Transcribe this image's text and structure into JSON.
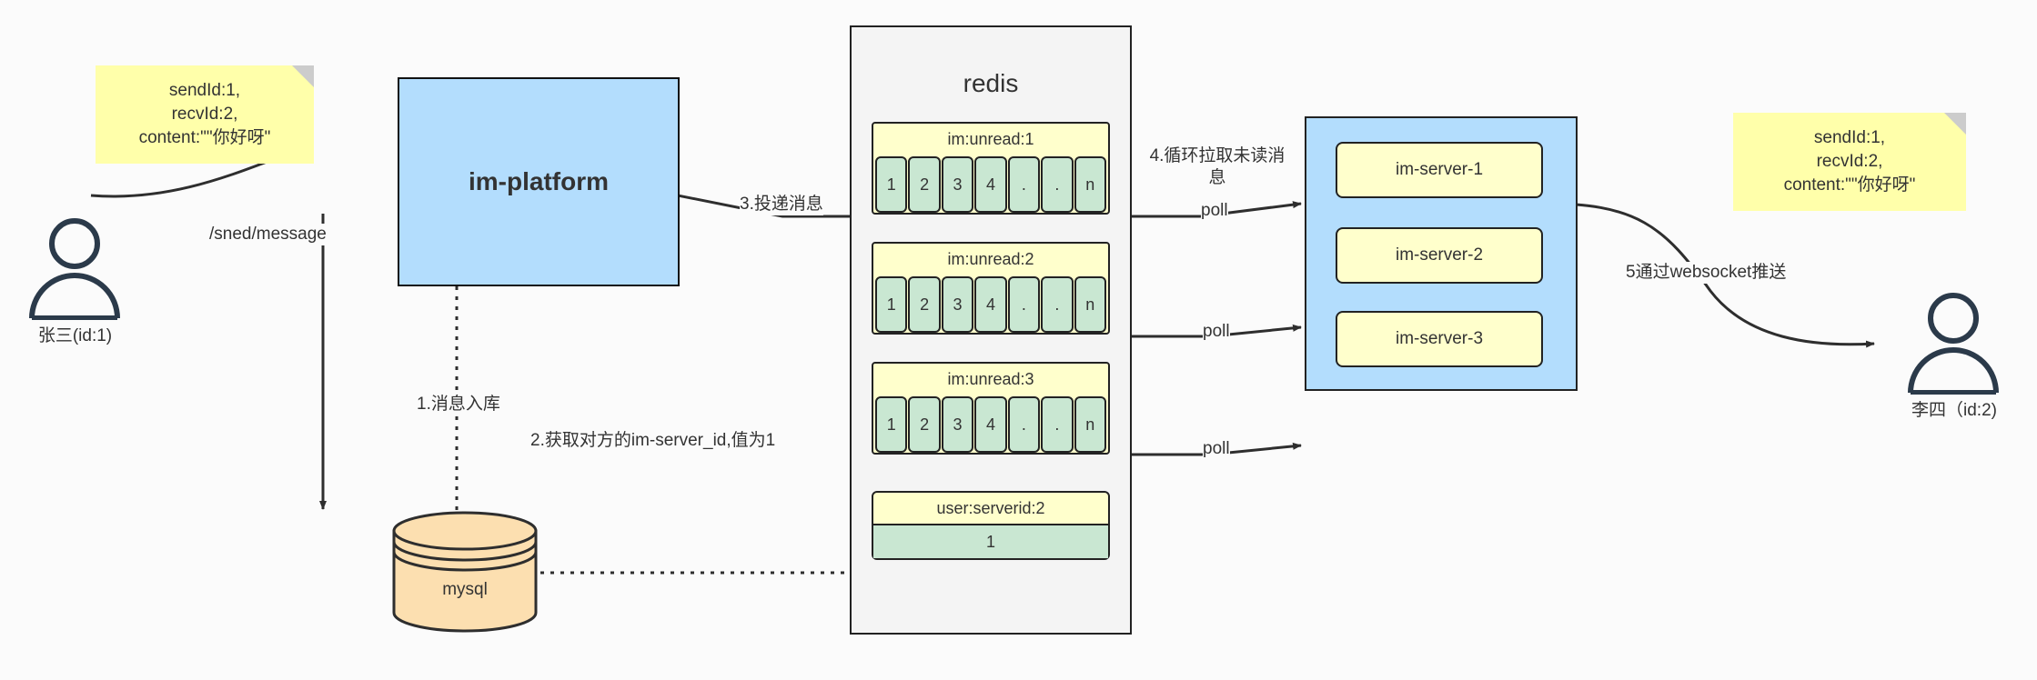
{
  "diagram": {
    "title": "IM message delivery architecture",
    "colors": {
      "note_bg": "#ffffaa",
      "platform_bg": "#b3ddfd",
      "servers_bg": "#b3ddfd",
      "redis_bg": "#f4f4f4",
      "key_bg": "#ffffcc",
      "cell_bg": "#c9e7d2",
      "mysql_bg": "#fcdfb0",
      "stroke": "#222222",
      "actor": "#2b3a4a"
    }
  },
  "notes": {
    "left": "sendId:1,\nrecvId:2,\ncontent:\"\"你好呀\"",
    "right": "sendId:1,\nrecvId:2,\ncontent:\"\"你好呀\""
  },
  "actors": {
    "sender": {
      "label": "张三(id:1)",
      "icon": "person-icon"
    },
    "receiver": {
      "label": "李四（id:2)",
      "icon": "person-icon"
    }
  },
  "platform": {
    "label": "im-platform"
  },
  "mysql": {
    "label": "mysql",
    "icon": "database-cylinder-icon"
  },
  "redis": {
    "title": "redis",
    "keys": [
      {
        "label": "im:unread:1",
        "cells": [
          "1",
          "2",
          "3",
          "4",
          ".",
          ".",
          "n"
        ]
      },
      {
        "label": "im:unread:2",
        "cells": [
          "1",
          "2",
          "3",
          "4",
          ".",
          ".",
          "n"
        ]
      },
      {
        "label": "im:unread:3",
        "cells": [
          "1",
          "2",
          "3",
          "4",
          ".",
          ".",
          "n"
        ]
      }
    ],
    "kv": {
      "key": "user:serverid:2",
      "value": "1"
    }
  },
  "servers": {
    "nodes": [
      {
        "label": "im-server-1"
      },
      {
        "label": "im-server-2"
      },
      {
        "label": "im-server-3"
      }
    ]
  },
  "edges": {
    "send_message": "/sned/message",
    "step1": "1.消息入库",
    "step2": "2.获取对方的im-server_id,值为1",
    "step3": "3.投递消息",
    "step4": "4.循环拉取未读消\n息",
    "poll1": "poll",
    "poll2": "poll",
    "poll3": "poll",
    "step5": "5通过websocket推送"
  }
}
